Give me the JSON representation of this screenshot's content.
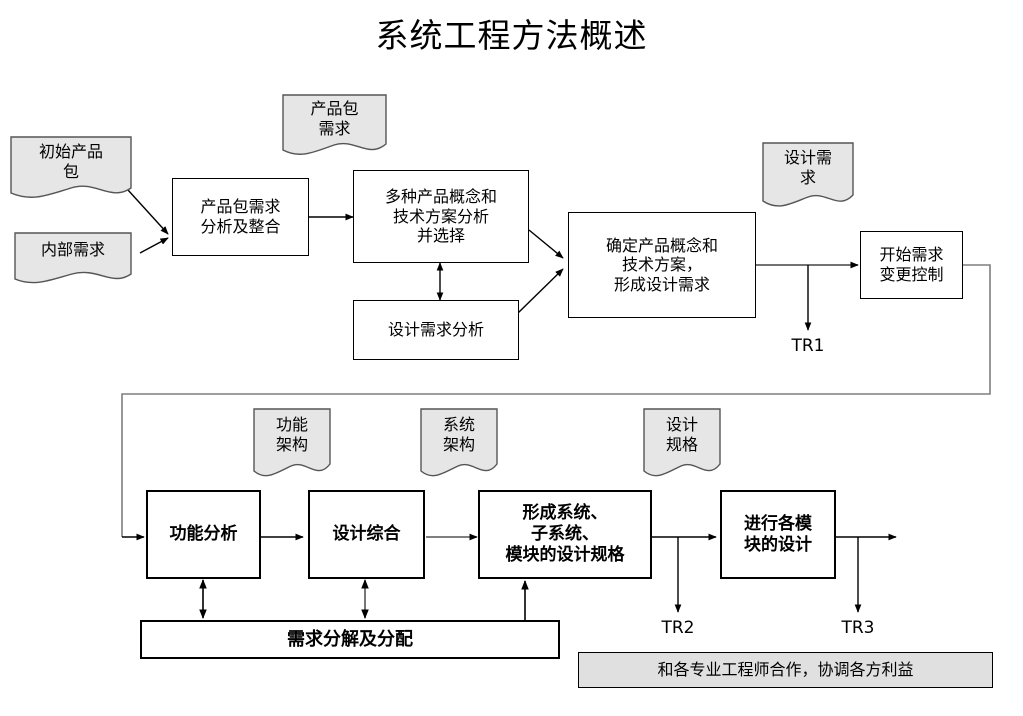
{
  "title": "系统工程方法概述",
  "colors": {
    "stroke": "#000000",
    "doc_fill": "#e6e6e6",
    "gray_bar_fill": "#e0e0e0",
    "background": "#ffffff",
    "loop_line": "#7f7f7f"
  },
  "documents": [
    {
      "id": "initial-product-package",
      "label": "初始产品\n包"
    },
    {
      "id": "internal-requirements",
      "label": "内部需求"
    },
    {
      "id": "product-package-requirements",
      "label": "产品包\n需求"
    },
    {
      "id": "design-requirements-doc",
      "label": "设计需\n求"
    },
    {
      "id": "functional-architecture",
      "label": "功能\n架构"
    },
    {
      "id": "system-architecture",
      "label": "系统\n架构"
    },
    {
      "id": "design-specification",
      "label": "设计\n规格"
    }
  ],
  "processes": [
    {
      "id": "package-requirement-analysis",
      "label": "产品包需求\n分析及整合"
    },
    {
      "id": "concept-and-tech-selection",
      "label": "多种产品概念和\n技术方案分析\n并选择"
    },
    {
      "id": "design-requirement-analysis",
      "label": "设计需求分析"
    },
    {
      "id": "determine-concept-and-tech",
      "label": "确定产品概念和\n技术方案，\n形成设计需求"
    },
    {
      "id": "start-change-control",
      "label": "开始需求\n变更控制"
    },
    {
      "id": "functional-analysis",
      "label": "功能分析"
    },
    {
      "id": "design-synthesis",
      "label": "设计综合"
    },
    {
      "id": "form-design-specs",
      "label": "形成系统、\n子系统、\n模块的设计规格"
    },
    {
      "id": "module-design",
      "label": "进行各模\n块的设计"
    }
  ],
  "bars": [
    {
      "id": "requirement-decomposition",
      "label": "需求分解及分配"
    },
    {
      "id": "collaboration-note",
      "label": "和各专业工程师合作，协调各方利益"
    }
  ],
  "milestones": [
    {
      "id": "tr1",
      "label": "TR1"
    },
    {
      "id": "tr2",
      "label": "TR2"
    },
    {
      "id": "tr3",
      "label": "TR3"
    }
  ]
}
